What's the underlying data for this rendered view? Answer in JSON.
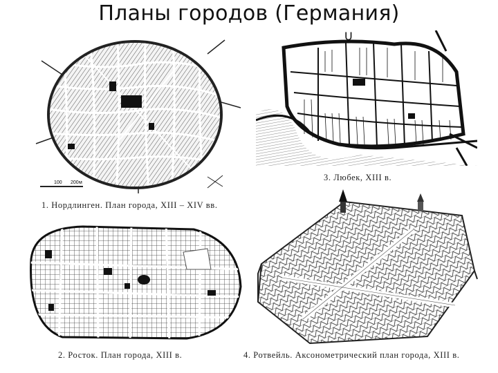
{
  "slide": {
    "title": "Планы городов (Германия)"
  },
  "figures": [
    {
      "id": "1",
      "caption": "1. Нордлинген. План города, XIII – XIV вв.",
      "scale_label_a": "100",
      "scale_label_b": "200",
      "scale_unit": "м"
    },
    {
      "id": "2",
      "caption": "2. Росток. План города, XIII в."
    },
    {
      "id": "3",
      "caption": "3. Любек, XIII в."
    },
    {
      "id": "4",
      "caption": "4. Ротвейль. Аксонометрический план города, XIII в."
    }
  ]
}
